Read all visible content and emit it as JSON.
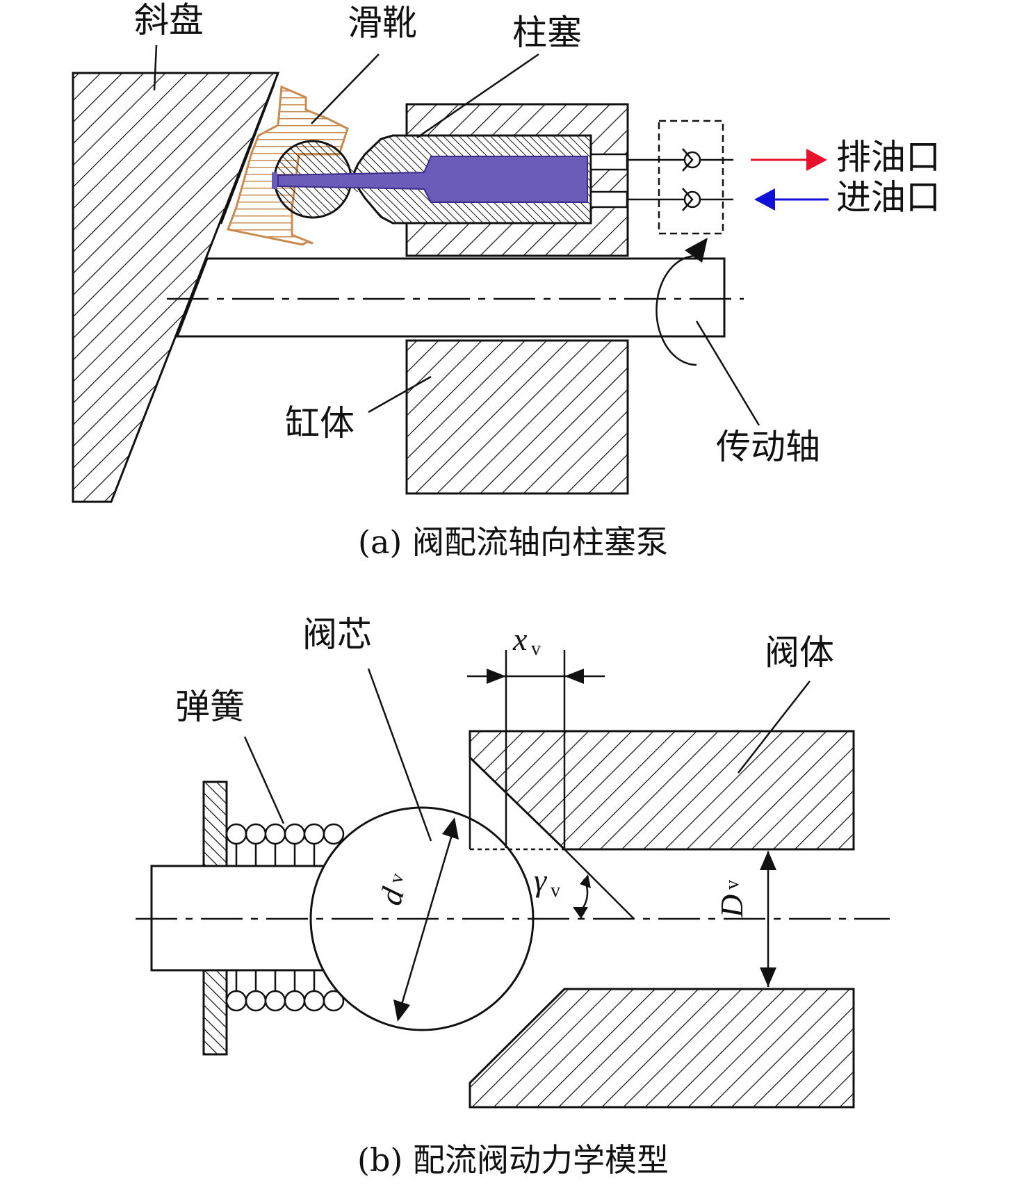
{
  "panel_a": {
    "labels": {
      "swashplate": "斜盘",
      "slipper": "滑靴",
      "plunger": "柱塞",
      "outlet": "排油口",
      "inlet": "进油口",
      "cylinder": "缸体",
      "shaft": "传动轴"
    },
    "caption": "(a) 阀配流轴向柱塞泵",
    "colors": {
      "outlet_arrow": "#e8102a",
      "inlet_arrow": "#1010d8",
      "oil": "#6a5cb8",
      "slipper_hatch": "#c98a4e"
    }
  },
  "panel_b": {
    "labels": {
      "valve_core": "阀芯",
      "spring": "弹簧",
      "valve_body": "阀体"
    },
    "symbols": {
      "xv": {
        "main": "x",
        "sub": "v"
      },
      "dv": {
        "main": "d",
        "sub": "v"
      },
      "gv": {
        "main": "γ",
        "sub": "v"
      },
      "Dv": {
        "main": "D",
        "sub": "v"
      }
    },
    "caption": "(b) 配流阀动力学模型"
  }
}
